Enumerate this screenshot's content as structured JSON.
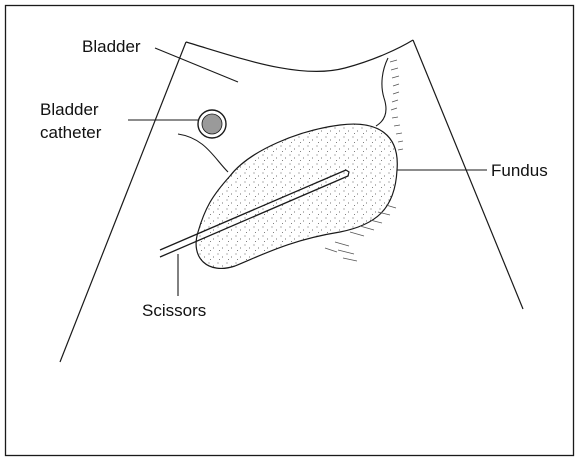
{
  "labels": {
    "bladder": "Bladder",
    "bladder_catheter_line1": "Bladder",
    "bladder_catheter_line2": "catheter",
    "fundus": "Fundus",
    "scissors": "Scissors"
  },
  "colors": {
    "line": "#1a1a1a",
    "background": "#ffffff",
    "catheter_fill": "#9a9a9a"
  }
}
